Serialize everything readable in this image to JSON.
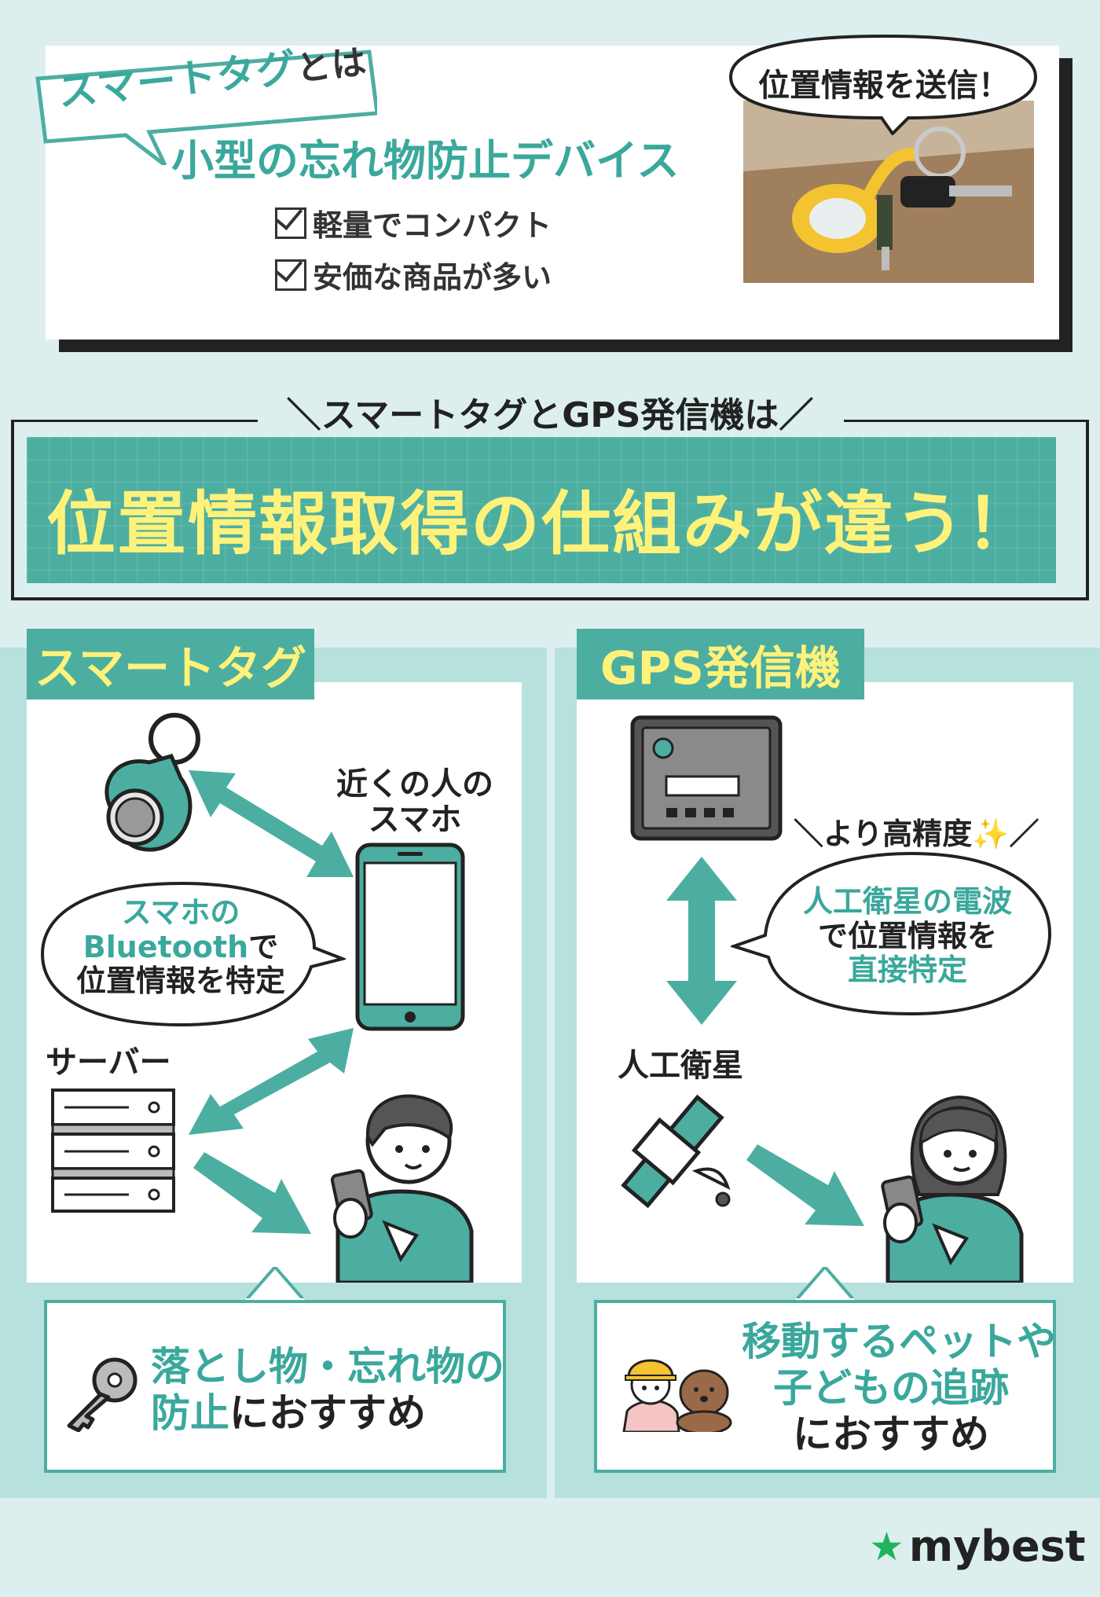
{
  "header": {
    "label_main": "スマートタグ",
    "label_suffix": "とは",
    "subtitle": "小型の忘れ物防止デバイス",
    "checks": [
      "軽量でコンパクト",
      "安価な商品が多い"
    ],
    "photo_bubble": "位置情報を送信！"
  },
  "comparison": {
    "subheading": "＼スマートタグとGPS発信機は／",
    "banner": "位置情報取得の仕組みが違う！"
  },
  "smart_tag": {
    "tab": "スマートタグ",
    "nearby_phone_line1": "近くの人の",
    "nearby_phone_line2": "スマホ",
    "bubble_line1": "スマホの",
    "bubble_line2_teal": "Bluetooth",
    "bubble_line2_dark": "で",
    "bubble_line3": "位置情報を特定",
    "server_label": "サーバー",
    "rec_line1": "落とし物・忘れ物の",
    "rec_line2_teal": "防止",
    "rec_line2_dark": "におすすめ"
  },
  "gps": {
    "tab": "GPS発信機",
    "accuracy_note": "＼より高精度✨／",
    "bubble_line1": "人工衛星の電波",
    "bubble_line2": "で位置情報を",
    "bubble_line3": "直接特定",
    "satellite_label": "人工衛星",
    "rec_line1": "移動するペットや",
    "rec_line2": "子どもの追跡",
    "rec_line3": "におすすめ"
  },
  "footer": {
    "brand": "mybest"
  },
  "colors": {
    "teal": "#4caea1",
    "teal_text": "#3aa89c",
    "light_teal": "#b7e1dc",
    "background": "#dcefee",
    "highlight_yellow": "#fff27a"
  }
}
